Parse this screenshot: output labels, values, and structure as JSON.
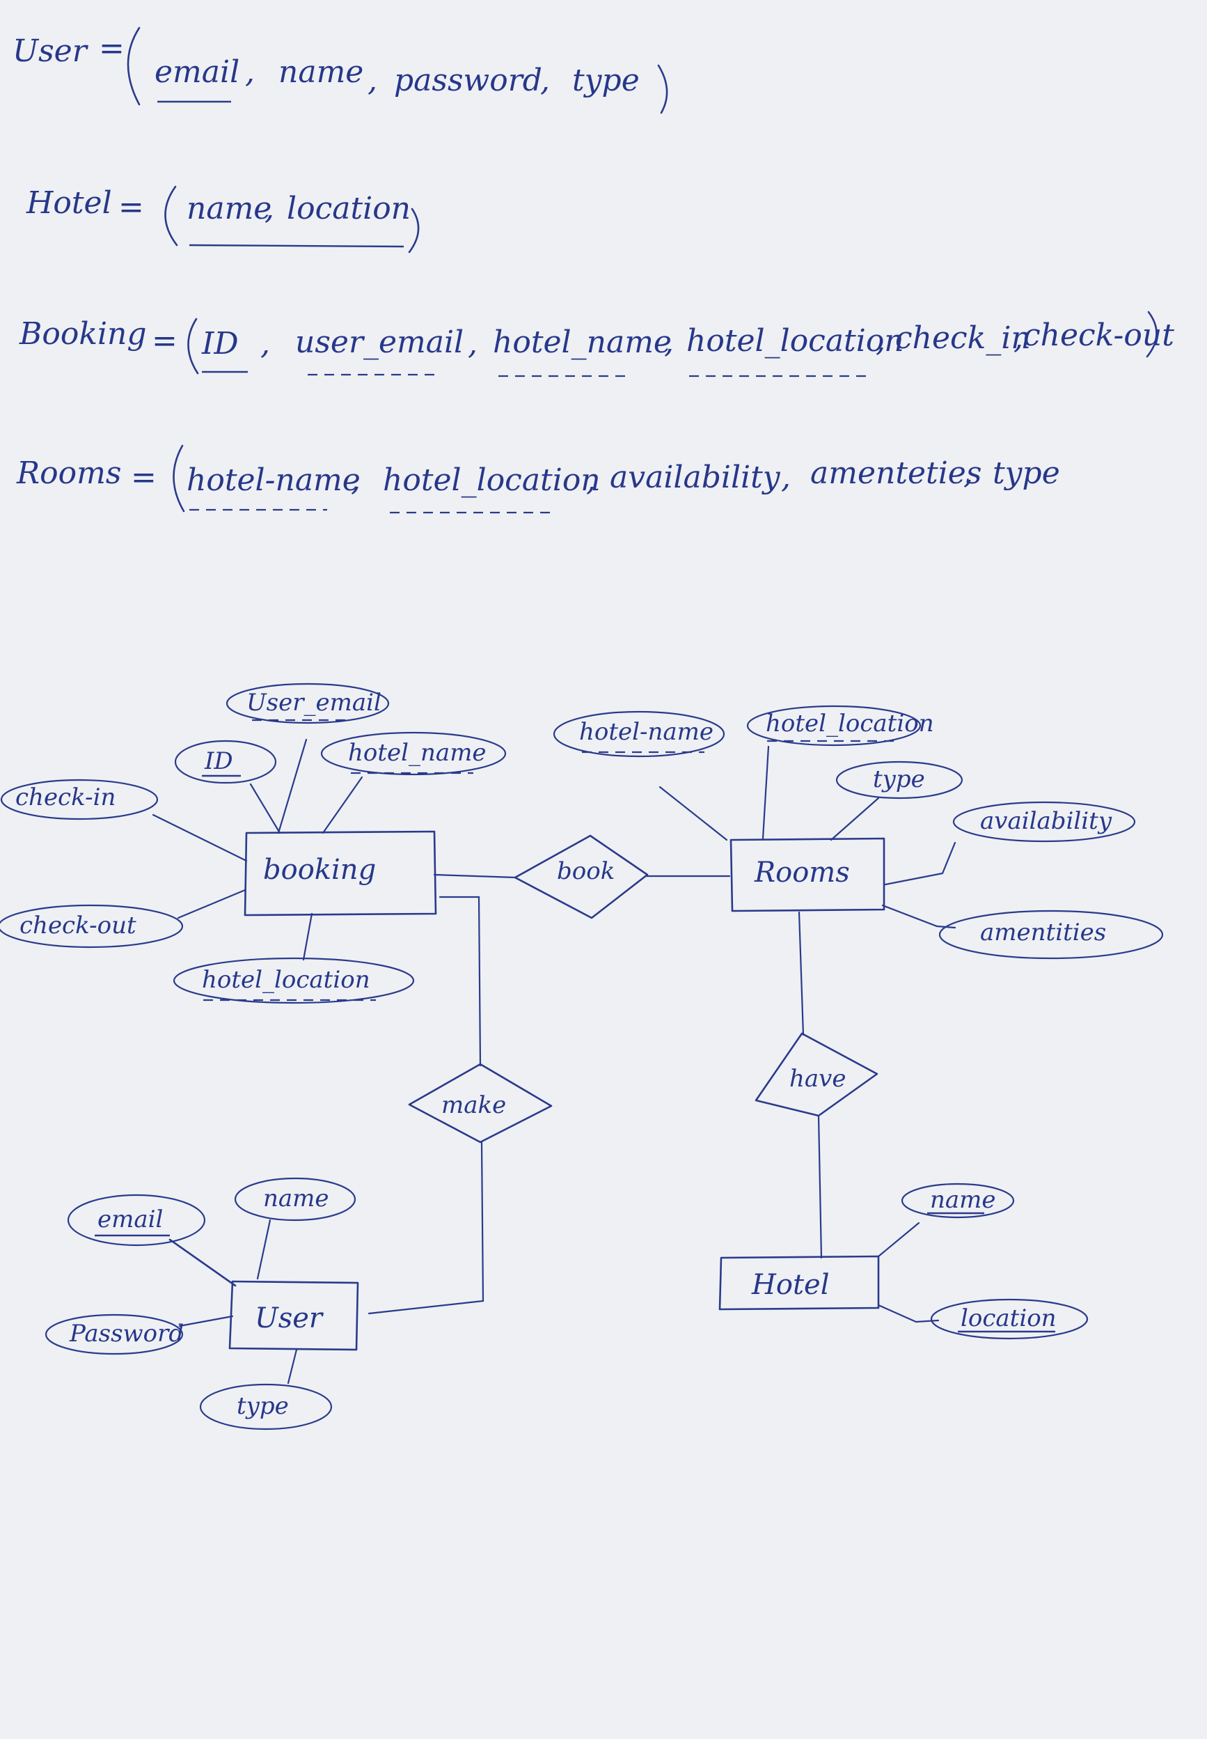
{
  "schema": {
    "user": {
      "name": "User",
      "eq": "=",
      "attributes": [
        "email",
        "name",
        "password",
        "type"
      ]
    },
    "hotel": {
      "name": "Hotel",
      "eq": "=",
      "attributes": [
        "name",
        "location"
      ]
    },
    "booking": {
      "name": "Booking",
      "eq": "=",
      "attributes": [
        "ID",
        "user_email",
        "hotel_name",
        "hotel_location",
        "check_in",
        "check-out"
      ]
    },
    "rooms": {
      "name": "Rooms",
      "eq": "=",
      "attributes": [
        "hotel-name",
        "hotel_location",
        "availability",
        "amenteties",
        "type"
      ]
    }
  },
  "er": {
    "entities": {
      "booking": "booking",
      "rooms": "Rooms",
      "user": "User",
      "hotel": "Hotel"
    },
    "relationships": {
      "book": "book",
      "make": "make",
      "have": "have"
    },
    "attributes": {
      "user_email": "User_email",
      "id": "ID",
      "hotel_name_b": "hotel_name",
      "check_in": "check-in",
      "check_out": "check-out",
      "hotel_location_b": "hotel_location",
      "hotel_name_r": "hotel-name",
      "hotel_location_r": "hotel_location",
      "type_r": "type",
      "availability": "availability",
      "amentities": "amentities",
      "email": "email",
      "name_u": "name",
      "password": "Password",
      "type_u": "type",
      "name_h": "name",
      "location": "location"
    }
  }
}
